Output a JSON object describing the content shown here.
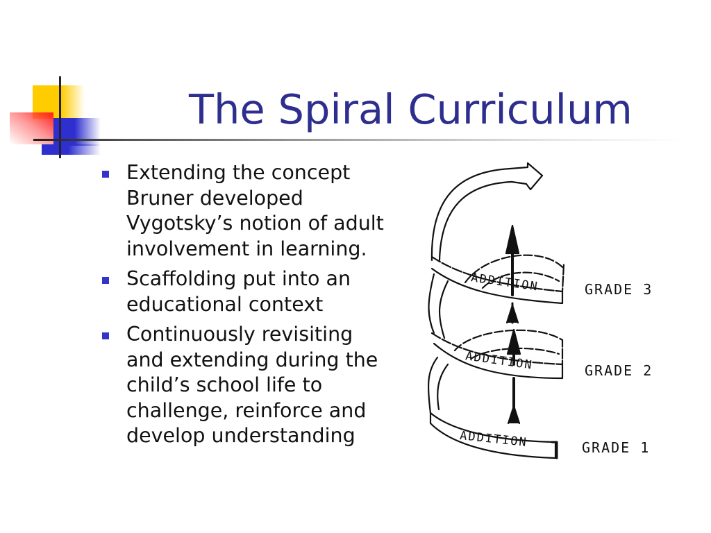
{
  "slide": {
    "title": "The Spiral Curriculum",
    "accent_colors": {
      "title": "#2e2e8f",
      "bullet": "#3434c8",
      "yellow": "#ffcc00",
      "red": "#ff2020",
      "blue": "#2f2fcf"
    },
    "bullets": [
      {
        "text": "Extending the concept Bruner developed Vygotsky’s notion of adult involvement in learning."
      },
      {
        "text": "Scaffolding put into an educational context"
      },
      {
        "text": "Continuously revisiting and extending during the child’s school life to challenge, reinforce and develop understanding"
      }
    ]
  },
  "diagram": {
    "bands": [
      {
        "label": "ADDITION",
        "grade": "GRADE 3"
      },
      {
        "label": "ADDITION",
        "grade": "GRADE 2"
      },
      {
        "label": "ADDITION",
        "grade": "GRADE 1"
      }
    ]
  }
}
